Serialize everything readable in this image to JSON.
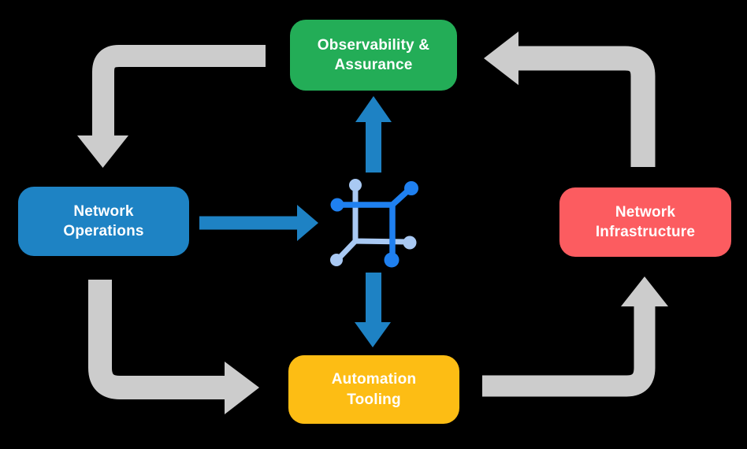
{
  "canvas": {
    "background": "#000000"
  },
  "nodes": [
    {
      "id": "observability-assurance",
      "lines": [
        "Observability &",
        "Assurance"
      ],
      "color": "#23AD57",
      "text_color": "#FFFFFF"
    },
    {
      "id": "network-operations",
      "lines": [
        "Network",
        "Operations"
      ],
      "color": "#1E83C4",
      "text_color": "#FFFFFF"
    },
    {
      "id": "network-infrastructure",
      "lines": [
        "Network",
        "Infrastructure"
      ],
      "color": "#FC5C60",
      "text_color": "#FFFFFF"
    },
    {
      "id": "automation-tooling",
      "lines": [
        "Automation",
        "Tooling"
      ],
      "color": "#FDBD14",
      "text_color": "#FFFFFF"
    }
  ],
  "center_icon": {
    "name": "network-mesh-icon",
    "primary_color": "#1F80F0",
    "secondary_color": "#A9C9F3"
  },
  "arrows": {
    "cycle_color": "#CCCCCC",
    "center_color": "#1E82C4",
    "cycle": [
      {
        "from": "observability-assurance",
        "to": "network-operations"
      },
      {
        "from": "network-operations",
        "to": "automation-tooling"
      },
      {
        "from": "automation-tooling",
        "to": "network-infrastructure"
      },
      {
        "from": "network-infrastructure",
        "to": "observability-assurance"
      }
    ],
    "center": [
      {
        "from": "network-operations",
        "to": "center-icon"
      },
      {
        "from": "center-icon",
        "to": "observability-assurance"
      },
      {
        "from": "center-icon",
        "to": "automation-tooling"
      }
    ]
  }
}
